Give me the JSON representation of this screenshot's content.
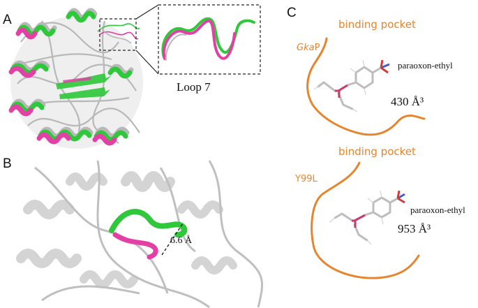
{
  "panels": {
    "a": {
      "letter": "A",
      "inset_label": "Loop 7",
      "colors": {
        "green": "#2fc83a",
        "magenta": "#e33fa4",
        "grey": "#b8b8b8"
      }
    },
    "b": {
      "letter": "B",
      "distance_label": "6.6 Å",
      "colors": {
        "green": "#2fc83a",
        "magenta": "#e33fa4",
        "grey": "#d4d4d4"
      }
    },
    "c": {
      "letter": "C",
      "top": {
        "pocket_label": "binding pocket",
        "variant_italic": "Gka",
        "variant_suffix": "P",
        "ligand_label": "paraoxon-ethyl",
        "volume_label": "430 Å³"
      },
      "bottom": {
        "pocket_label": "binding pocket",
        "variant": "Y99L",
        "ligand_label": "paraoxon-ethyl",
        "volume_label": "953 Å³"
      },
      "pocket_color": "#e8852c"
    }
  }
}
